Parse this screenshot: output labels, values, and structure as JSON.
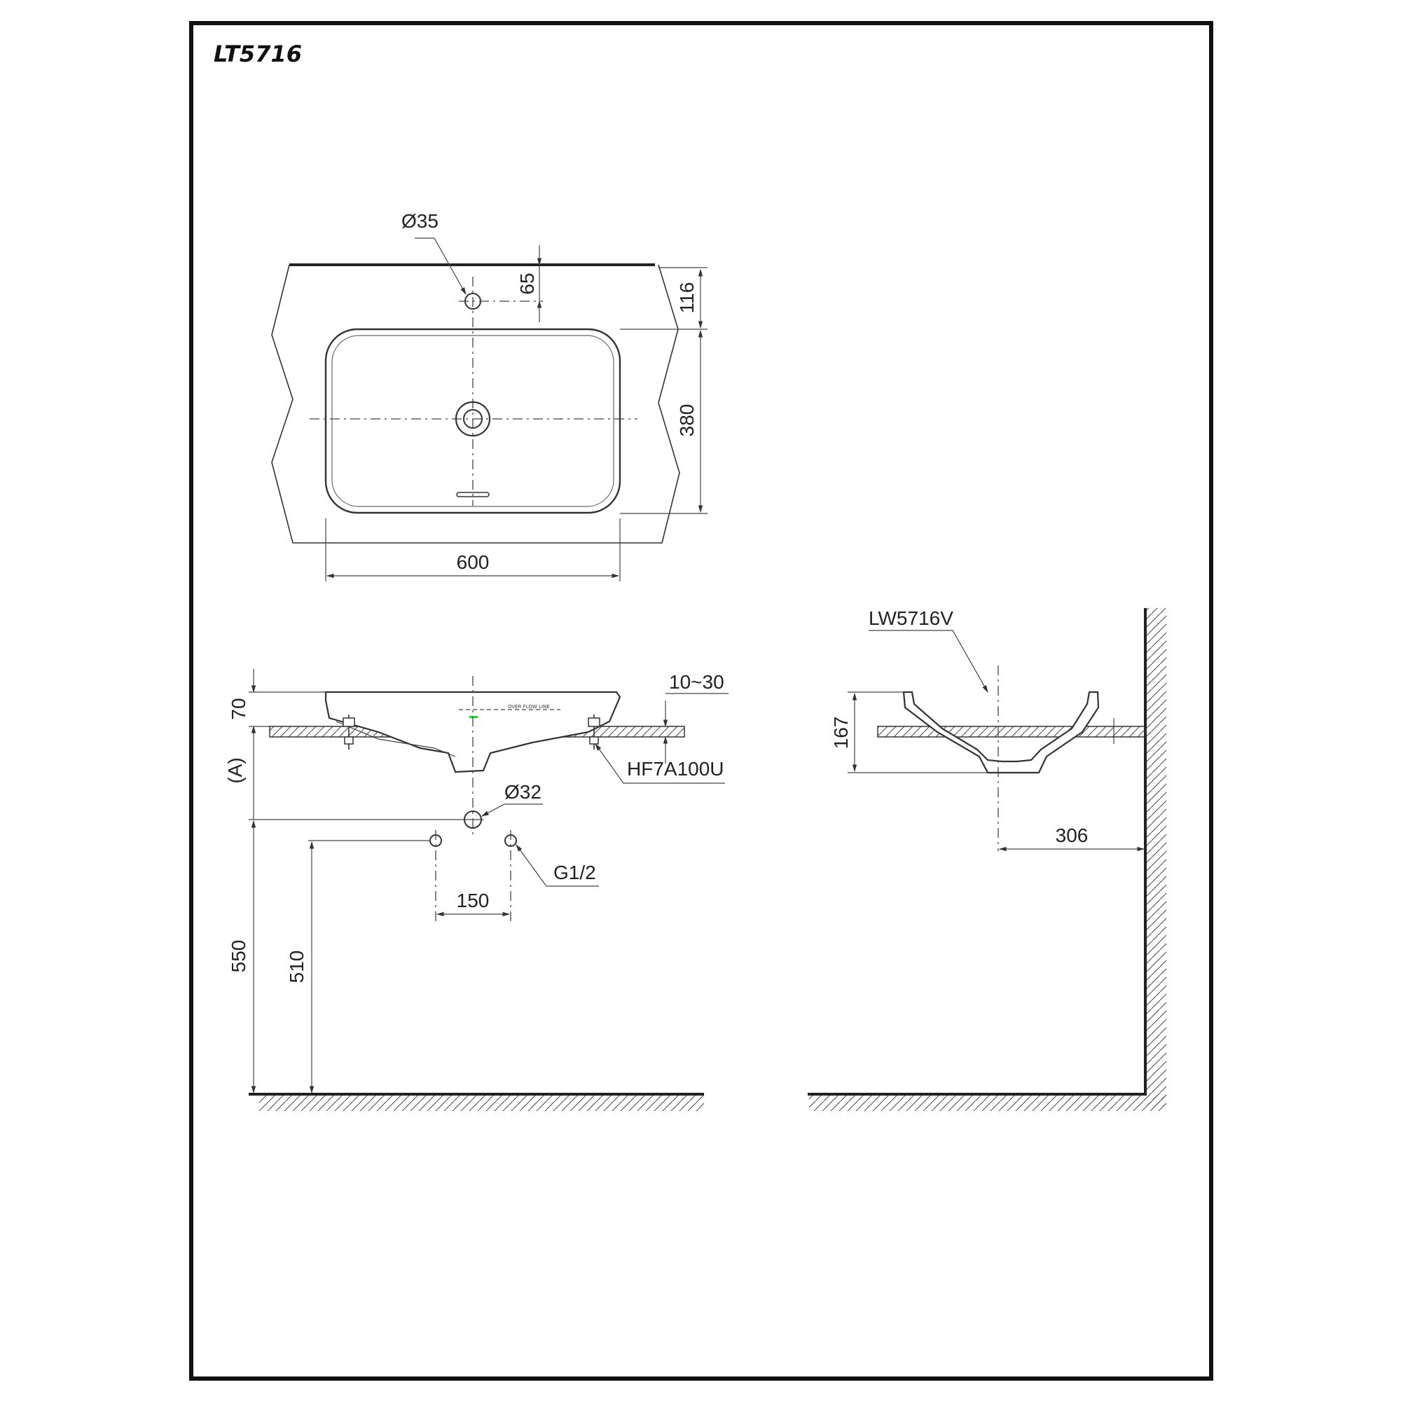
{
  "title": "LT5716",
  "top_view": {
    "hole_diameter": "Ø35",
    "dim_hole_offset": "65",
    "dim_top_to_bowl": "116",
    "dim_bowl_depth": "380",
    "dim_width": "600"
  },
  "side_view": {
    "dim_height": "70",
    "dim_counter_thickness": "10~30",
    "clamp_code": "HF7A100U",
    "label_a": "(A)",
    "drain_diameter": "Ø32",
    "supply_thread": "G1/2",
    "dim_supply_spacing": "150",
    "dim_550": "550",
    "dim_510": "510",
    "overflow_note": "OVER FLOW LINE"
  },
  "section_view": {
    "model_code": "LW5716V",
    "dim_depth": "167",
    "dim_wall_distance": "306"
  }
}
